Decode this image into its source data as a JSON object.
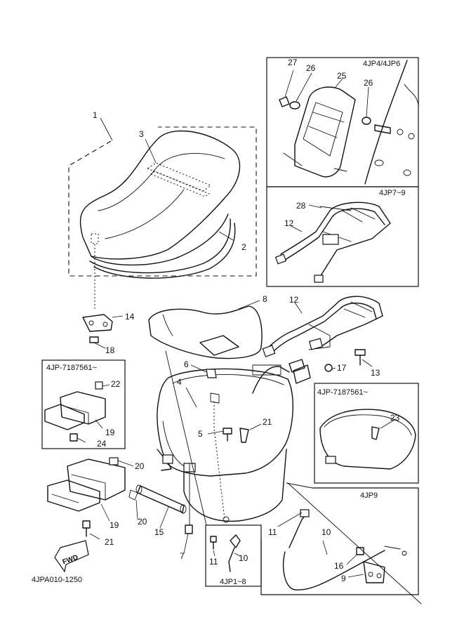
{
  "diagram": {
    "code": "4JPA010-1250",
    "fwd_label": "FWD",
    "insets": {
      "top_right": "4JP4/4JP6",
      "middle_right": "4JP7~9",
      "left_serial": "4JP-7187561~",
      "right_serial": "4JP-7187561~",
      "bottom_right": "4JP9",
      "bottom_center": "4JP1~8"
    },
    "callouts": {
      "c1": "1",
      "c2": "2",
      "c3": "3",
      "c4": "4",
      "c5": "5",
      "c6": "6",
      "c7": "7",
      "c8": "8",
      "c9": "9",
      "c10a": "10",
      "c10b": "10",
      "c11a": "11",
      "c11b": "11",
      "c12a": "12",
      "c12b": "12",
      "c13": "13",
      "c14": "14",
      "c15": "15",
      "c16": "16",
      "c17": "17",
      "c18": "18",
      "c19a": "19",
      "c19b": "19",
      "c20a": "20",
      "c20b": "20",
      "c21a": "21",
      "c21b": "21",
      "c22": "22",
      "c23": "23",
      "c24": "24",
      "c25": "25",
      "c26a": "26",
      "c26b": "26",
      "c27": "27",
      "c28": "28"
    }
  }
}
